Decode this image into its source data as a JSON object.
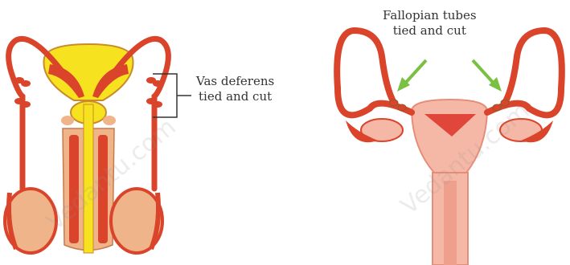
{
  "labels": {
    "vas_line1": "Vas deferens",
    "vas_line2": "tied and cut",
    "fallopian_line1": "Fallopian tubes",
    "fallopian_line2": "tied and cut"
  },
  "watermark": "Vedantu.com",
  "colors": {
    "tube_red": "#d9442b",
    "tissue_orange": "#f0b48a",
    "bladder_yellow": "#f6e21f",
    "uterus_pink": "#f6b8a6",
    "arrow_green": "#7ac143"
  }
}
